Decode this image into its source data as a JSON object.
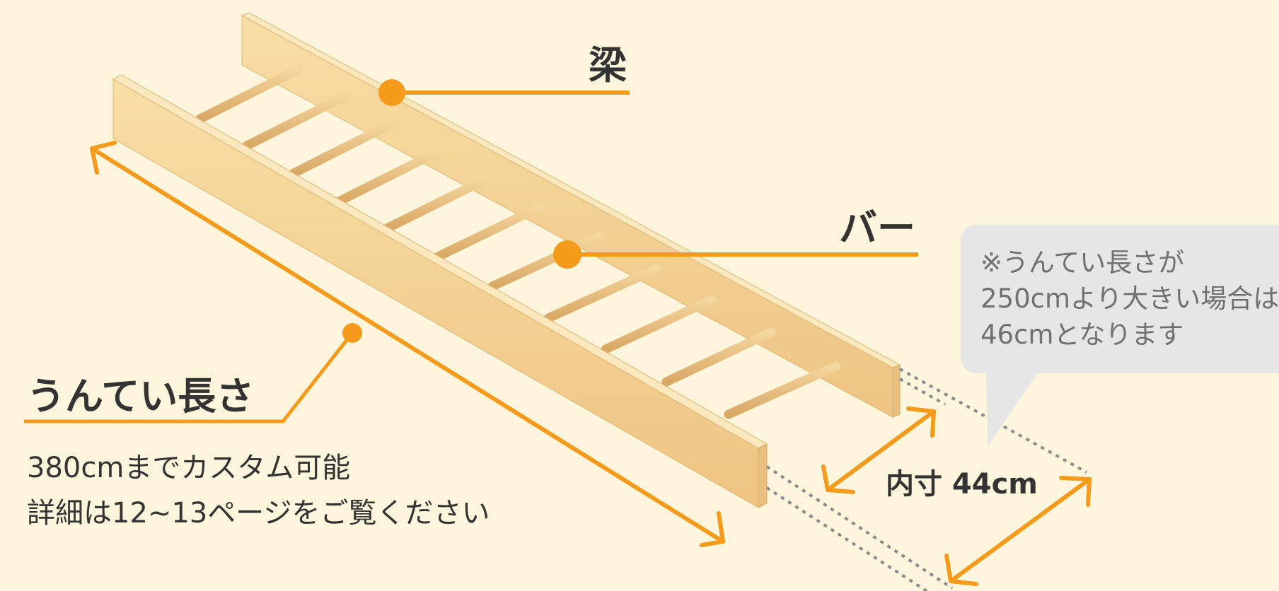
{
  "labels": {
    "beam": "梁",
    "bar": "バー",
    "length": "うんてい長さ",
    "inner_size": "内寸 44cm"
  },
  "custom_lines": [
    "380cmまでカスタム可能",
    "詳細は12~13ページをご覧ください"
  ],
  "note_lines": [
    "※うんてい長さが",
    "250cmより大きい場合は",
    "46cmとなります"
  ],
  "colors": {
    "background": "#fdf6dc",
    "accent": "#f59a1b",
    "wood": "#f3d193",
    "text": "#333333",
    "note_bg": "#e6e6e6",
    "note_text": "#707070"
  }
}
